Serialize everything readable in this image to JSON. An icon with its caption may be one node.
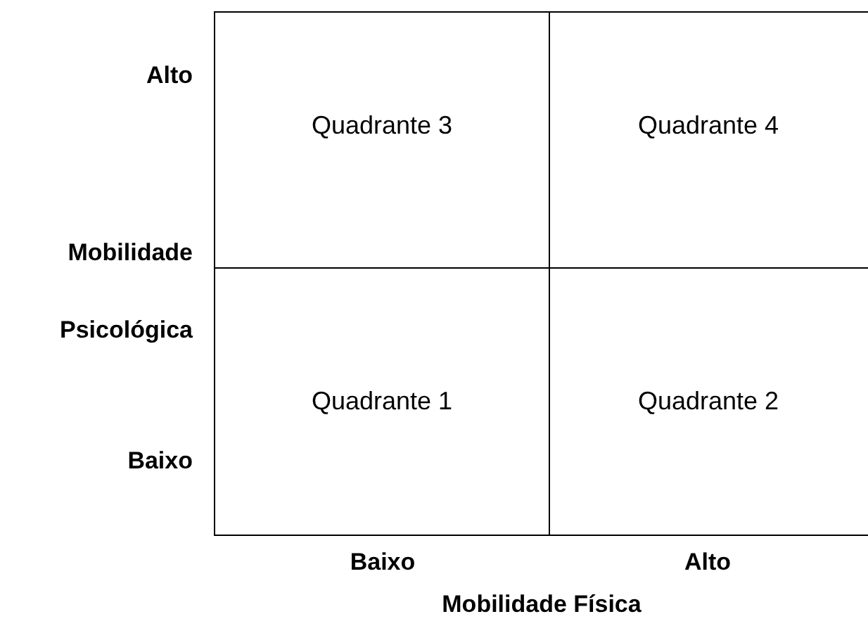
{
  "diagram": {
    "nodes": [
      {
        "text": [
          "Quadrante 3"
        ]
      },
      {
        "text": [
          "Quadrante 4"
        ]
      },
      {
        "text": [
          "Quadrante 1"
        ]
      },
      {
        "text": [
          "Quadrante 2"
        ]
      }
    ],
    "labels": [
      "Alto",
      "Mobilidade Psicológica",
      "Baixo",
      "Baixo",
      "Alto",
      "Mobilidade Física"
    ]
  }
}
